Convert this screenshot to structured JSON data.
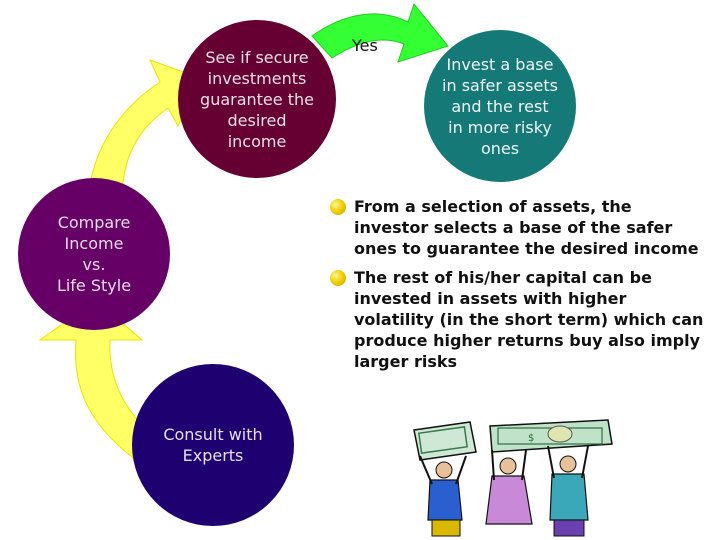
{
  "nodes": {
    "secure": "See if secure\ninvestments\nguarantee the\ndesired\nincome",
    "invest": "Invest a base\nin safer assets\nand the rest\nin more risky\nones",
    "compare": "Compare\nIncome\nvs.\nLife Style",
    "consult": "Consult with\nExperts"
  },
  "yes_label": "Yes",
  "bullets": [
    "From a selection of assets, the investor selects a base of the safer ones to guarantee the desired income",
    "The rest of his/her capital can be invested in assets with higher volatility (in the short term) which can produce higher returns buy also imply larger risks"
  ],
  "colors": {
    "arrow": "#ffff66",
    "arrow_green": "#33ff33",
    "secure": "#660033",
    "invest": "#157a77",
    "compare": "#660066",
    "consult": "#1e0070",
    "bullet": "#f2d000"
  },
  "clipart": "people-lifting-money-icon"
}
